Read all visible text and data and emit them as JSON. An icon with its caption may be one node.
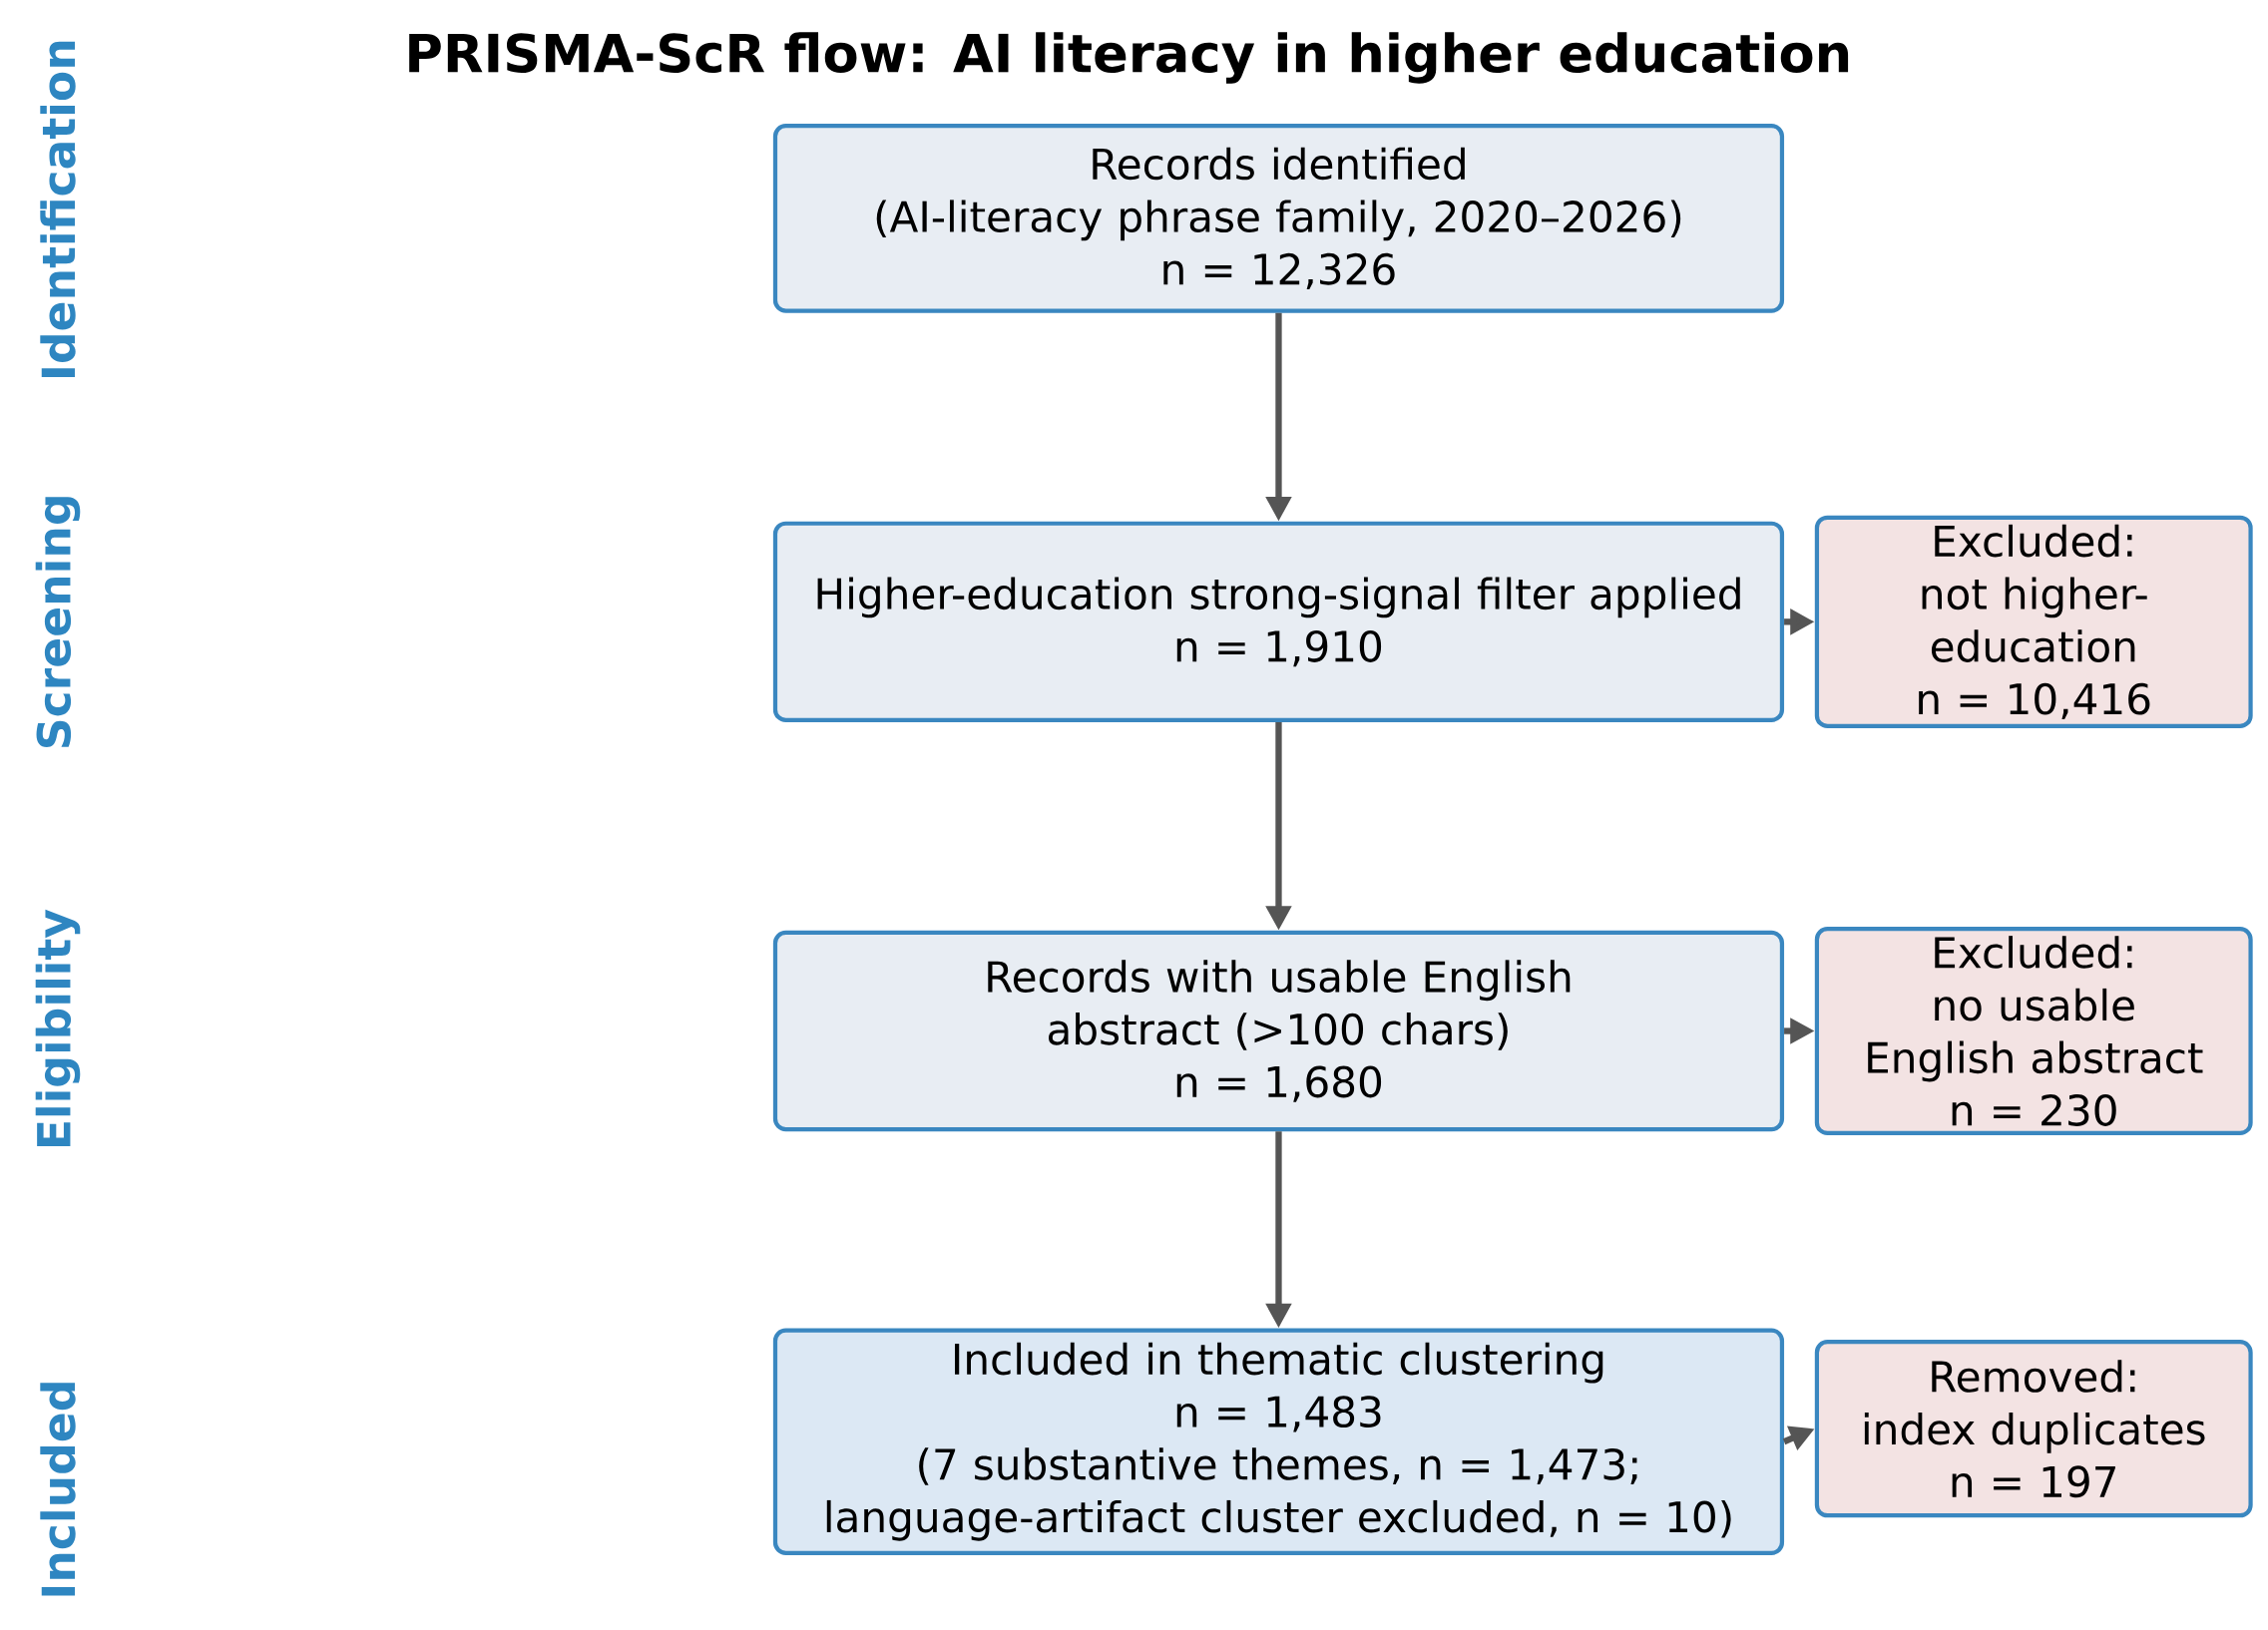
{
  "diagram": {
    "title": "PRISMA-ScR flow: AI literacy in higher education",
    "nodes": [
      {
        "text": [
          "Records identified",
          "(AI-literacy phrase family, 2020–2026)",
          "n = 12,326"
        ]
      },
      {
        "text": [
          "Higher-education strong-signal filter applied",
          "n = 1,910"
        ]
      },
      {
        "text": [
          "Excluded:",
          "not higher-education",
          "n = 10,416"
        ]
      },
      {
        "text": [
          "Records with usable English abstract (>100 chars)",
          "n = 1,680"
        ]
      },
      {
        "text": [
          "Excluded:",
          "no usable English abstract",
          "n = 230"
        ]
      },
      {
        "text": [
          "Included in thematic clustering",
          "n = 1,483",
          "(7 substantive themes, n = 1,473; language-artifact cluster excluded, n = 10)"
        ]
      },
      {
        "text": [
          "Removed:",
          "index duplicates",
          "n = 197"
        ]
      }
    ],
    "edges": [
      {
        "from": 0,
        "to": 1,
        "arrow": "to"
      },
      {
        "from": 1,
        "to": 2,
        "arrow": "to"
      },
      {
        "from": 1,
        "to": 3,
        "arrow": "to"
      },
      {
        "from": 3,
        "to": 4,
        "arrow": "to"
      },
      {
        "from": 3,
        "to": 5,
        "arrow": "to"
      },
      {
        "from": 5,
        "to": 6,
        "arrow": "to"
      }
    ],
    "labels": [
      "Identification",
      "Screening",
      "Eligibility",
      "Included"
    ]
  }
}
